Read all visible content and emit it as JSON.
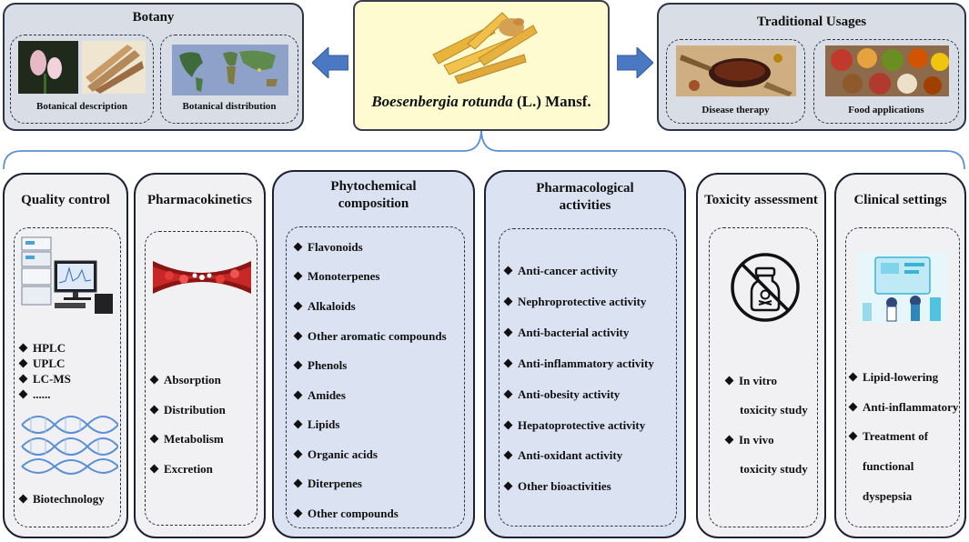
{
  "center": {
    "species_italic": "Boesenbergia rotunda",
    "species_rest": " (L.) Mansf."
  },
  "botany": {
    "title": "Botany",
    "desc_caption": "Botanical description",
    "dist_caption": "Botanical distribution"
  },
  "traditional": {
    "title": "Traditional Usages",
    "disease_caption": "Disease therapy",
    "food_caption": "Food applications"
  },
  "quality_control": {
    "title": "Quality control",
    "items": [
      "HPLC",
      "UPLC",
      "LC-MS",
      "......"
    ],
    "bottom_item": "Biotechnology"
  },
  "pharmacokinetics": {
    "title": "Pharmacokinetics",
    "items": [
      "Absorption",
      "Distribution",
      "Metabolism",
      "Excretion"
    ]
  },
  "phytochemical": {
    "title_line1": "Phytochemical",
    "title_line2": "composition",
    "items": [
      "Flavonoids",
      "Monoterpenes",
      "Alkaloids",
      "Other aromatic compounds",
      "Phenols",
      "Amides",
      "Lipids",
      "Organic acids",
      "Diterpenes",
      "Other compounds"
    ]
  },
  "pharmacological": {
    "title_line1": "Pharmacological",
    "title_line2": "activities",
    "items": [
      "Anti-cancer activity",
      "Nephroprotective activity",
      "Anti-bacterial activity",
      "Anti-inflammatory activity",
      "Anti-obesity activity",
      "Hepatoprotective activity",
      "Anti-oxidant activity",
      "Other bioactivities"
    ]
  },
  "toxicity": {
    "title": "Toxicity assessment",
    "items": [
      {
        "line1": "In vitro",
        "line2": "toxicity study"
      },
      {
        "line1": "In vivo",
        "line2": "toxicity study"
      }
    ]
  },
  "clinical": {
    "title": "Clinical settings",
    "items": [
      "Lipid-lowering",
      "Anti-inflammatory",
      "Treatment of"
    ],
    "continuation": [
      "functional",
      "dyspepsia"
    ]
  },
  "colors": {
    "top_panel": "#d9dde6",
    "center_box": "#fdfbcf",
    "column_blue": "#dbe2f2",
    "column_grey": "#f1f1f3",
    "arrow": "#4a78c2",
    "brace": "#5b8fd6"
  }
}
